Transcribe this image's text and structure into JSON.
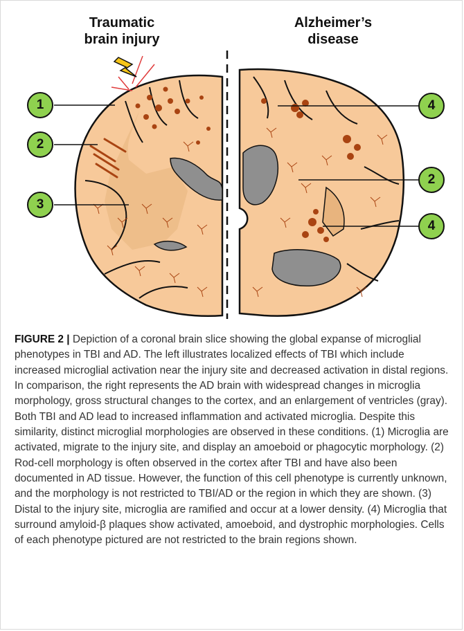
{
  "headings": {
    "tbi": [
      "Traumatic",
      "brain injury"
    ],
    "ad": [
      "Alzheimer’s",
      "disease"
    ]
  },
  "callouts": {
    "tbi_top": "1",
    "tbi_middle": "2",
    "tbi_bottom": "3",
    "ad_top": "4",
    "ad_middle": "2",
    "ad_bottom": "4"
  },
  "colors": {
    "tissue": "#f7c99a",
    "white_matter": "#e8b47e",
    "microglia": "#a94412",
    "ventricle": "#8f8f8f",
    "callout_fill": "#8fd14f",
    "lightning": "#f6c518",
    "injury_rays": "#e03b3b"
  },
  "icons": [
    "lightning-icon"
  ],
  "caption": {
    "label": "FIGURE 2 |",
    "text": " Depiction of a coronal brain slice showing the global expanse of microglial phenotypes in TBI and AD. The left illustrates localized effects of TBI which include increased microglial activation near the injury site and decreased activation in distal regions. In comparison, the right represents the AD brain with widespread changes in microglia morphology, gross structural changes to the cortex, and an enlargement of ventricles (gray). Both TBI and AD lead to increased inflammation and activated microglia. Despite this similarity, distinct microglial morphologies are observed in these conditions. (1) Microglia are activated, migrate to the injury site, and display an amoeboid or phagocytic morphology. (2) Rod-cell morphology is often observed in the cortex after TBI and have also been documented in AD tissue. However, the function of this cell phenotype is currently unknown, and the morphology is not restricted to TBI/AD or the region in which they are shown. (3) Distal to the injury site, microglia are ramified and occur at a lower density. (4) Microglia that surround amyloid-β plaques show activated, amoeboid, and dystrophic morphologies. Cells of each phenotype pictured are not restricted to the brain regions shown."
  }
}
